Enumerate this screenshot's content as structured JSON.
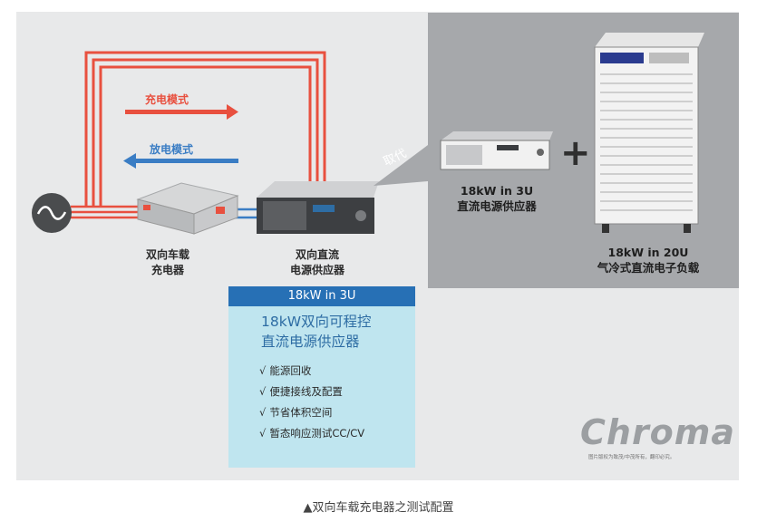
{
  "diagram": {
    "charge_mode": "充电模式",
    "discharge_mode": "放电模式",
    "obc_label_l1": "双向车载",
    "obc_label_l2": "充电器",
    "dc_supply_label_l1": "双向直流",
    "dc_supply_label_l2": "电源供应器",
    "replace_text": "取代",
    "supply_3u_l1": "18kW in 3U",
    "supply_3u_l2": "直流电源供应器",
    "load_20u_l1": "18kW in 20U",
    "load_20u_l2": "气冷式直流电子负载",
    "plus": "+",
    "colors": {
      "charge": "#e8503f",
      "discharge": "#3a7dc4",
      "panel": "#e8e9ea",
      "gray_box": "#a6a8ab",
      "info_head": "#2770b5",
      "info_bg": "#bfe5ef"
    }
  },
  "info_box": {
    "header": "18kW in 3U",
    "title_l1": "18kW双向可程控",
    "title_l2": "直流电源供应器",
    "items": [
      "能源回收",
      "便捷接线及配置",
      "节省体积空间",
      "暂态响应测试CC/CV"
    ],
    "check": "√"
  },
  "brand": {
    "logo": "Chroma",
    "copyright": "图片版权为致茂/中茂所有，翻印必究。"
  },
  "caption": "▲双向车载充电器之测试配置"
}
